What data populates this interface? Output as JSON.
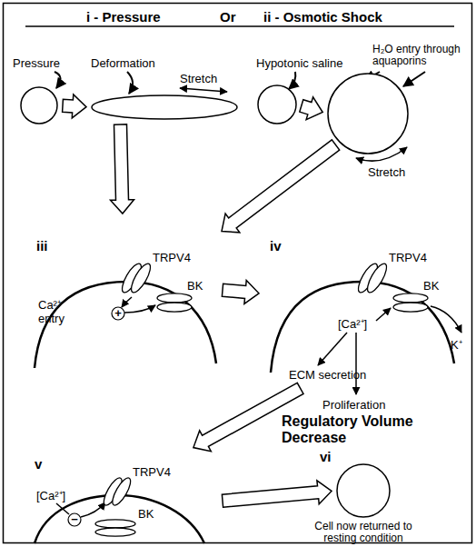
{
  "diagram": {
    "nodes": [
      {
        "text": [
          "Pressure"
        ]
      },
      {
        "text": [
          "Deformation",
          "Stretch"
        ]
      },
      {
        "text": [
          "Hypotonic saline"
        ]
      },
      {
        "text": [
          "H₂O entry through aquaporins",
          "Stretch"
        ]
      },
      {
        "text": [
          "iii",
          "Ca²⁺ entry",
          "+"
        ]
      },
      {
        "text": [
          "TRPV4"
        ],
        "in": 4
      },
      {
        "text": [
          "BK"
        ],
        "in": 4
      },
      {
        "text": [
          "iv",
          "[Ca²⁺]",
          "ECM secretion",
          "Proliferation",
          "K⁺"
        ]
      },
      {
        "text": [
          "TRPV4"
        ],
        "in": 7
      },
      {
        "text": [
          "BK"
        ],
        "in": 7
      },
      {
        "text": [
          "v",
          "[Ca²⁺]",
          "−"
        ]
      },
      {
        "text": [
          "TRPV4"
        ],
        "in": 10
      },
      {
        "text": [
          "BK"
        ],
        "in": 10
      },
      {
        "text": [
          "vi",
          "Cell now returned to resting condition"
        ]
      }
    ],
    "edges": [
      {
        "from": 0,
        "to": 1,
        "arrow": "to"
      },
      {
        "from": 2,
        "to": 3,
        "arrow": "to"
      },
      {
        "from": 1,
        "to": 4,
        "arrow": "to"
      },
      {
        "from": 3,
        "to": 4,
        "arrow": "to"
      },
      {
        "from": 4,
        "to": 7,
        "arrow": "to"
      },
      {
        "from": 7,
        "to": 10,
        "arrow": "to"
      },
      {
        "from": 10,
        "to": 13,
        "arrow": "to"
      }
    ],
    "labels": [
      "i - Pressure",
      "Or",
      "ii - Osmotic Shock",
      "Regulatory Volume Decrease"
    ]
  }
}
